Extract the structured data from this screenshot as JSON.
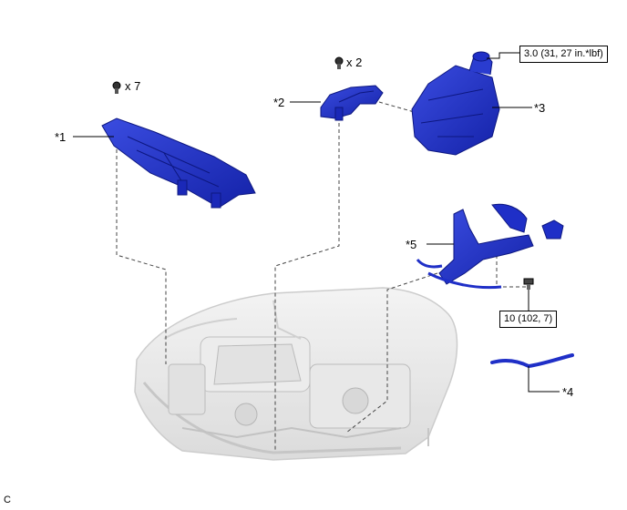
{
  "callouts": {
    "c1": "*1",
    "c2": "*2",
    "c3": "*3",
    "c4": "*4",
    "c5": "*5"
  },
  "quantities": {
    "q1": "x 7",
    "q2": "x 2"
  },
  "torque_specs": {
    "t1": "3.0 (31, 27 in.*lbf)",
    "t2": "10 (102, 7)"
  },
  "figure_code": "C",
  "colors": {
    "part_blue": "#1f2fc7",
    "part_dark": "#0d1780",
    "engine_gray": "#d9d9d9",
    "leader": "#000000"
  },
  "icons": {
    "fastener": "clip-icon",
    "bolt": "bolt-icon"
  }
}
